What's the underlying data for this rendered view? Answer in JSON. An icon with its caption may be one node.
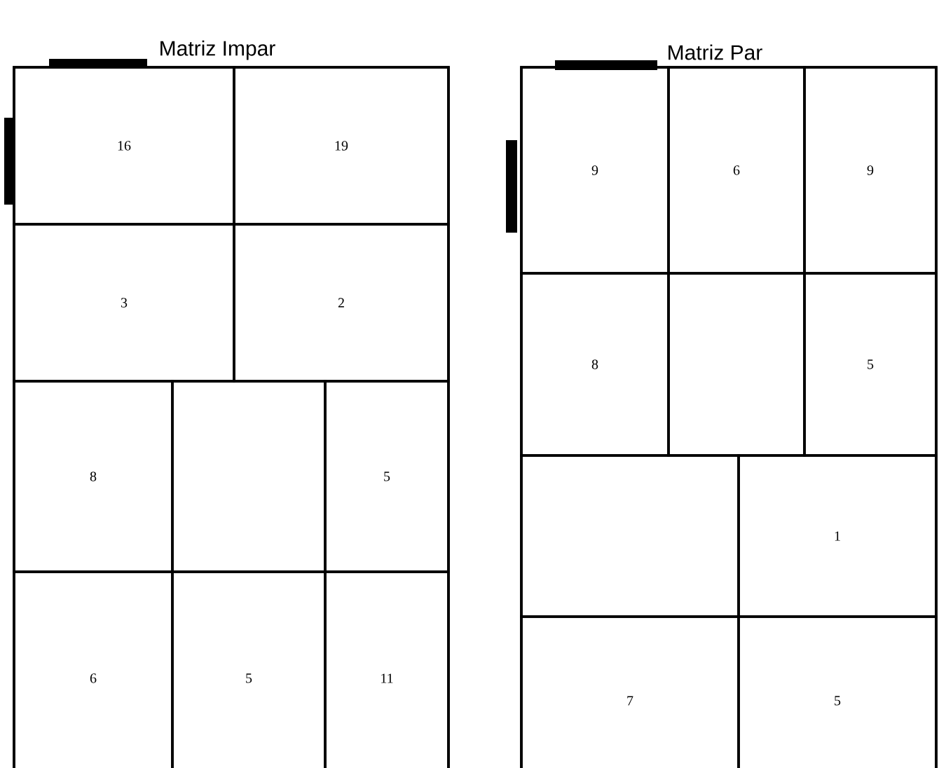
{
  "diagram": {
    "nodes": [
      {
        "text": [
          "Matriz Impar"
        ]
      },
      {
        "text": [
          "16"
        ],
        "in": 0
      },
      {
        "text": [
          "19"
        ],
        "in": 0
      },
      {
        "text": [
          "3"
        ],
        "in": 0
      },
      {
        "text": [
          "2"
        ],
        "in": 0
      },
      {
        "text": [
          "8"
        ],
        "in": 0
      },
      {
        "text": [],
        "shape": "box",
        "in": 0
      },
      {
        "text": [
          "5"
        ],
        "in": 0
      },
      {
        "text": [
          "6"
        ],
        "in": 0
      },
      {
        "text": [
          "5"
        ],
        "in": 0
      },
      {
        "text": [
          "11"
        ],
        "in": 0
      },
      {
        "text": [
          "Matriz Par"
        ]
      },
      {
        "text": [
          "9"
        ],
        "in": 11
      },
      {
        "text": [
          "6"
        ],
        "in": 11
      },
      {
        "text": [
          "9"
        ],
        "in": 11
      },
      {
        "text": [
          "8"
        ],
        "in": 11
      },
      {
        "text": [],
        "shape": "box",
        "in": 11
      },
      {
        "text": [
          "5"
        ],
        "in": 11
      },
      {
        "text": [],
        "shape": "box",
        "in": 11
      },
      {
        "text": [
          "1"
        ],
        "in": 11
      },
      {
        "text": [
          "7"
        ],
        "in": 11
      },
      {
        "text": [
          "5"
        ],
        "in": 11
      }
    ]
  }
}
